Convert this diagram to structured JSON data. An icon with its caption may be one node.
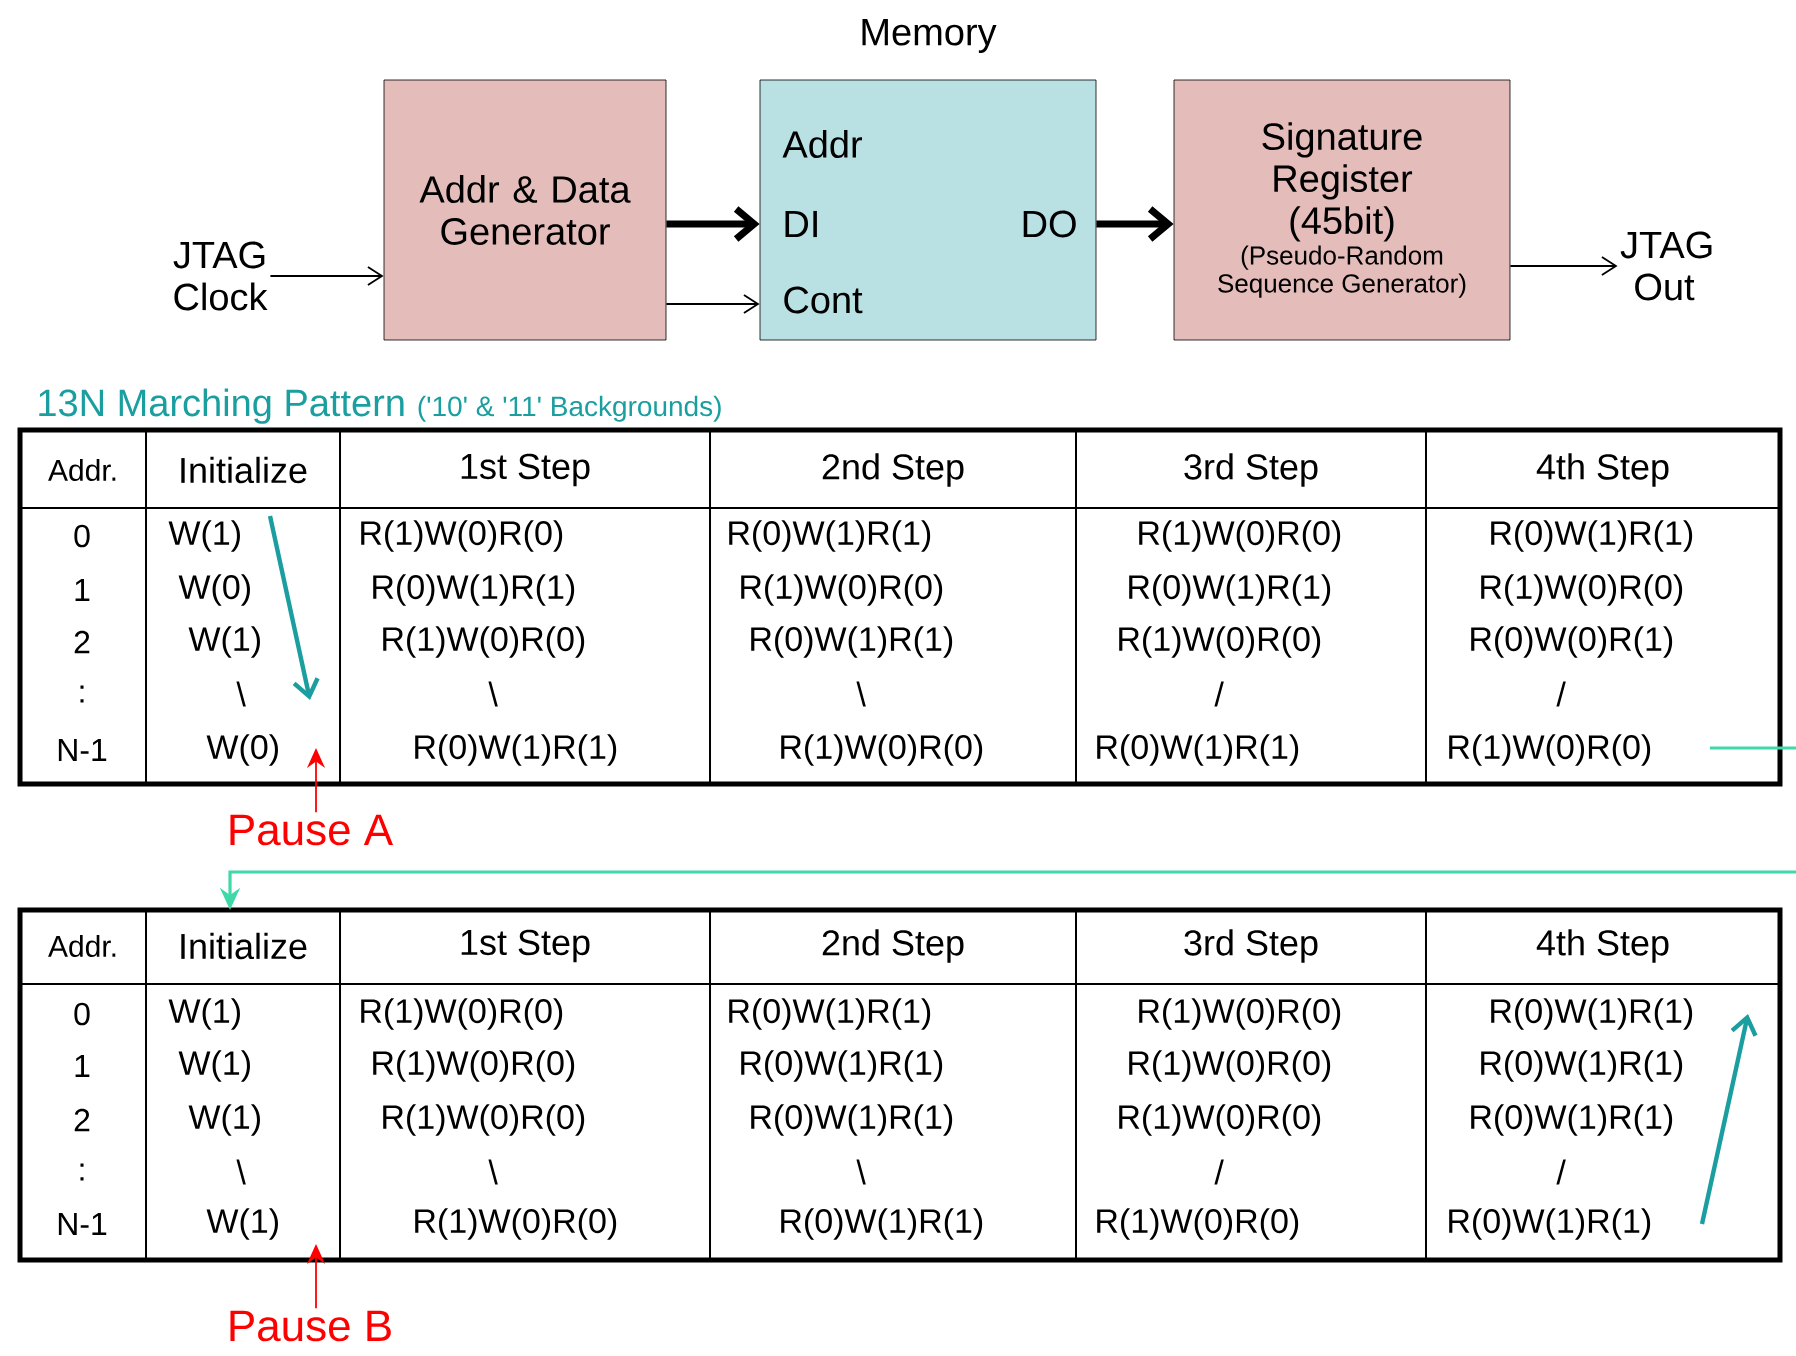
{
  "diagram": {
    "nodes": [
      {
        "text": [
          "JTAG Clock"
        ]
      },
      {
        "text": [
          "Addr & Data Generator"
        ]
      },
      {
        "text": [
          "Memory",
          "Addr",
          "DI",
          "DO",
          "Cont"
        ]
      },
      {
        "text": [
          "Signature Register (45bit)",
          "(Pseudo-Random Sequence Generator)"
        ]
      },
      {
        "text": [
          "JTAG Out"
        ]
      },
      {
        "text": [
          "Pause A"
        ]
      },
      {
        "text": [
          "Pause B"
        ]
      }
    ],
    "edges": [
      {
        "from": 0,
        "to": 1,
        "arrow": "to"
      },
      {
        "from": 1,
        "to": 2,
        "arrow": "to",
        "style": "thick"
      },
      {
        "from": 1,
        "to": 2,
        "arrow": "to"
      },
      {
        "from": 2,
        "to": 3,
        "arrow": "to",
        "style": "thick"
      },
      {
        "from": 3,
        "to": 4,
        "arrow": "to"
      },
      {
        "from": 5,
        "to": null,
        "arrow": "to",
        "color": "#ff0000"
      },
      {
        "from": 6,
        "to": null,
        "arrow": "to",
        "color": "#ff0000"
      }
    ],
    "labels": [
      "13N Marching Pattern",
      "('10' & '11' Backgrounds)",
      "Addr.",
      "Initialize",
      "1st Step",
      "2nd Step",
      "3rd Step",
      "4th Step",
      "0",
      "W(1)",
      "R(1)W(0)R(0)",
      "R(0)W(1)R(1)",
      "R(1)W(0)R(0)",
      "R(0)W(1)R(1)",
      "1",
      "W(0)",
      "R(0)W(1)R(1)",
      "R(1)W(0)R(0)",
      "R(0)W(1)R(1)",
      "R(1)W(0)R(0)",
      "2",
      "W(1)",
      "R(1)W(0)R(0)",
      "R(0)W(1)R(1)",
      "R(1)W(0)R(0)",
      "R(0)W(0)R(1)",
      ":",
      "\\",
      "\\",
      "\\",
      "/",
      "/",
      "N-1",
      "W(0)",
      "R(0)W(1)R(1)",
      "R(1)W(0)R(0)",
      "R(0)W(1)R(1)",
      "R(1)W(0)R(0)",
      "Addr.",
      "Initialize",
      "1st Step",
      "2nd Step",
      "3rd Step",
      "4th Step",
      "0",
      "W(1)",
      "R(1)W(0)R(0)",
      "R(0)W(1)R(1)",
      "R(1)W(0)R(0)",
      "R(0)W(1)R(1)",
      "1",
      "W(1)",
      "R(1)W(0)R(0)",
      "R(0)W(1)R(1)",
      "R(1)W(0)R(0)",
      "R(0)W(1)R(1)",
      "2",
      "W(1)",
      "R(1)W(0)R(0)",
      "R(0)W(1)R(1)",
      "R(1)W(0)R(0)",
      "R(0)W(1)R(1)",
      ":",
      "\\",
      "\\",
      "\\",
      "/",
      "/",
      "N-1",
      "W(1)",
      "R(1)W(0)R(0)",
      "R(0)W(1)R(1)",
      "R(1)W(0)R(0)",
      "R(0)W(1)R(1)"
    ]
  }
}
